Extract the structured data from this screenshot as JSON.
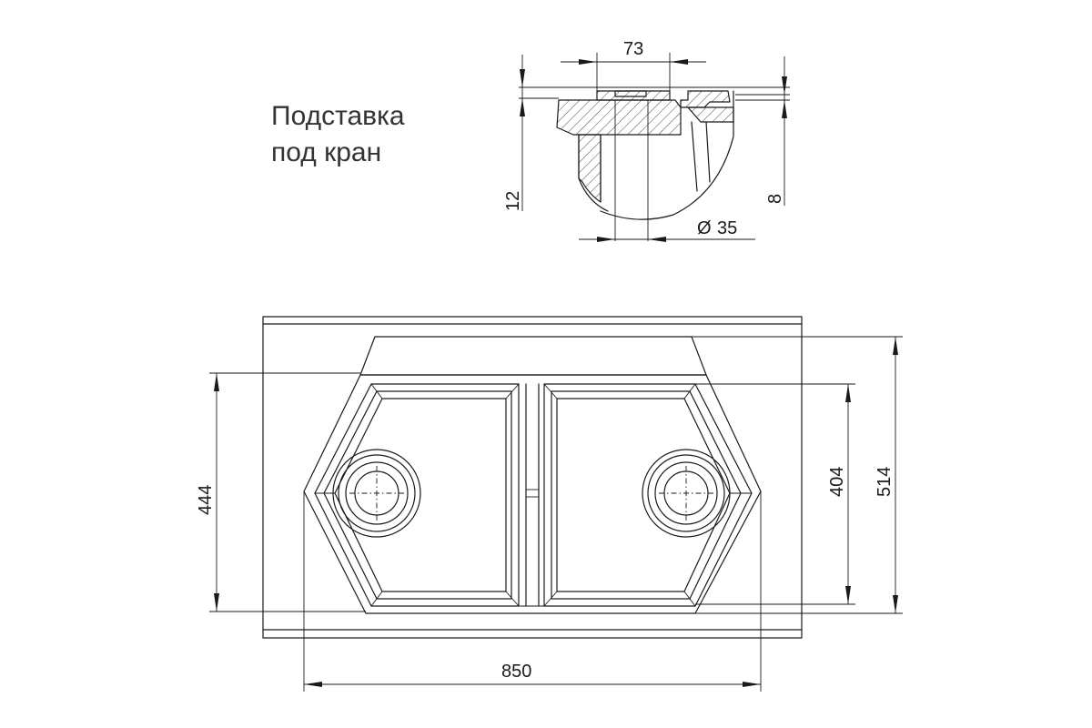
{
  "caption": {
    "line1": "Подставка",
    "line2": "под кран"
  },
  "dimensions": {
    "overall_width": "850",
    "overall_depth": "514",
    "bowl_depth": "404",
    "inner_depth": "444",
    "section_width": "73",
    "section_height_left": "12",
    "section_height_right": "8",
    "hole_diameter": "35",
    "diameter_symbol": "Ø"
  }
}
